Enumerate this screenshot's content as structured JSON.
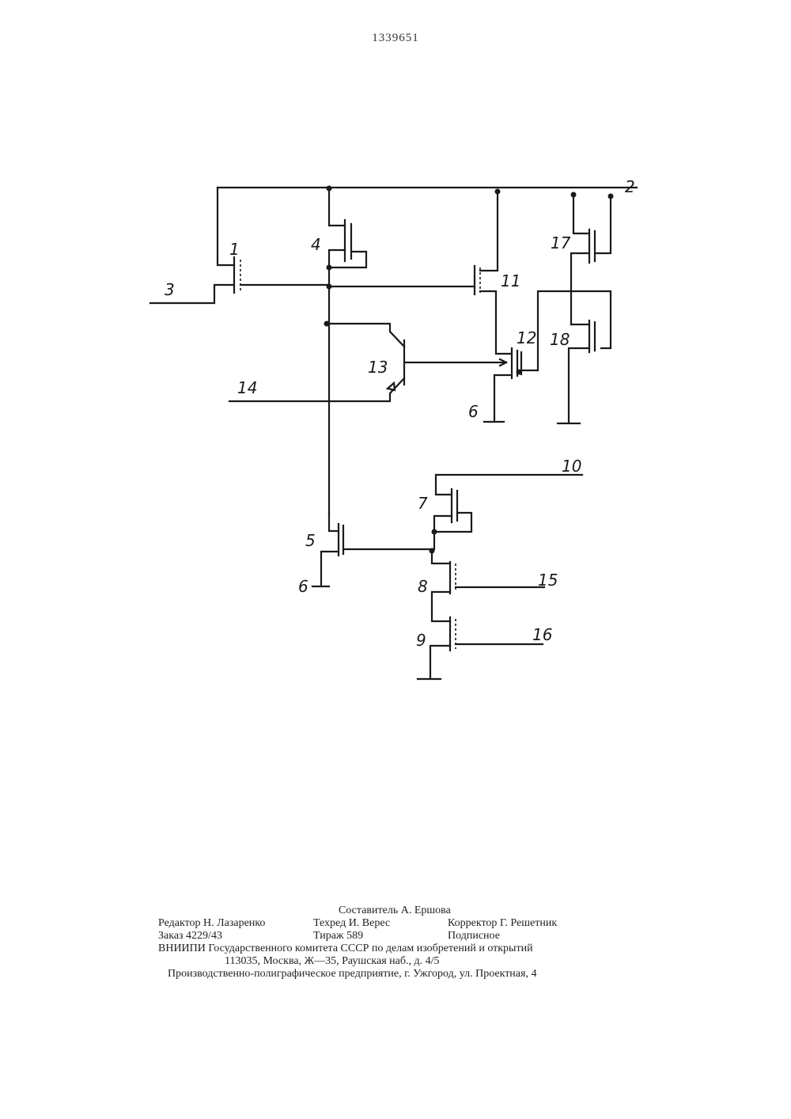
{
  "page_number": "1339651",
  "schematic": {
    "labels": {
      "n1": "1",
      "n2": "2",
      "n3": "3",
      "n4": "4",
      "n5": "5",
      "n6a": "6",
      "n6b": "6",
      "n7": "7",
      "n8": "8",
      "n9": "9",
      "n10": "10",
      "n11": "11",
      "n12": "12",
      "n13": "13",
      "n14": "14",
      "n15": "15",
      "n16": "16",
      "n17": "17",
      "n18": "18"
    }
  },
  "imprint": {
    "compiler": "Составитель А. Ершова",
    "editor": "Редактор Н. Лазаренко",
    "techred": "Техред И. Верес",
    "corrector": "Корректор Г. Решетник",
    "order": "Заказ 4229/43",
    "circulation": "Тираж 589",
    "subscription": "Подписное",
    "institute": "ВНИИПИ Государственного комитета СССР по делам изобретений и открытий",
    "address": "113035, Москва, Ж—35, Раушская наб., д. 4/5",
    "printer": "Производственно-полиграфическое предприятие, г. Ужгород, ул. Проектная, 4"
  }
}
